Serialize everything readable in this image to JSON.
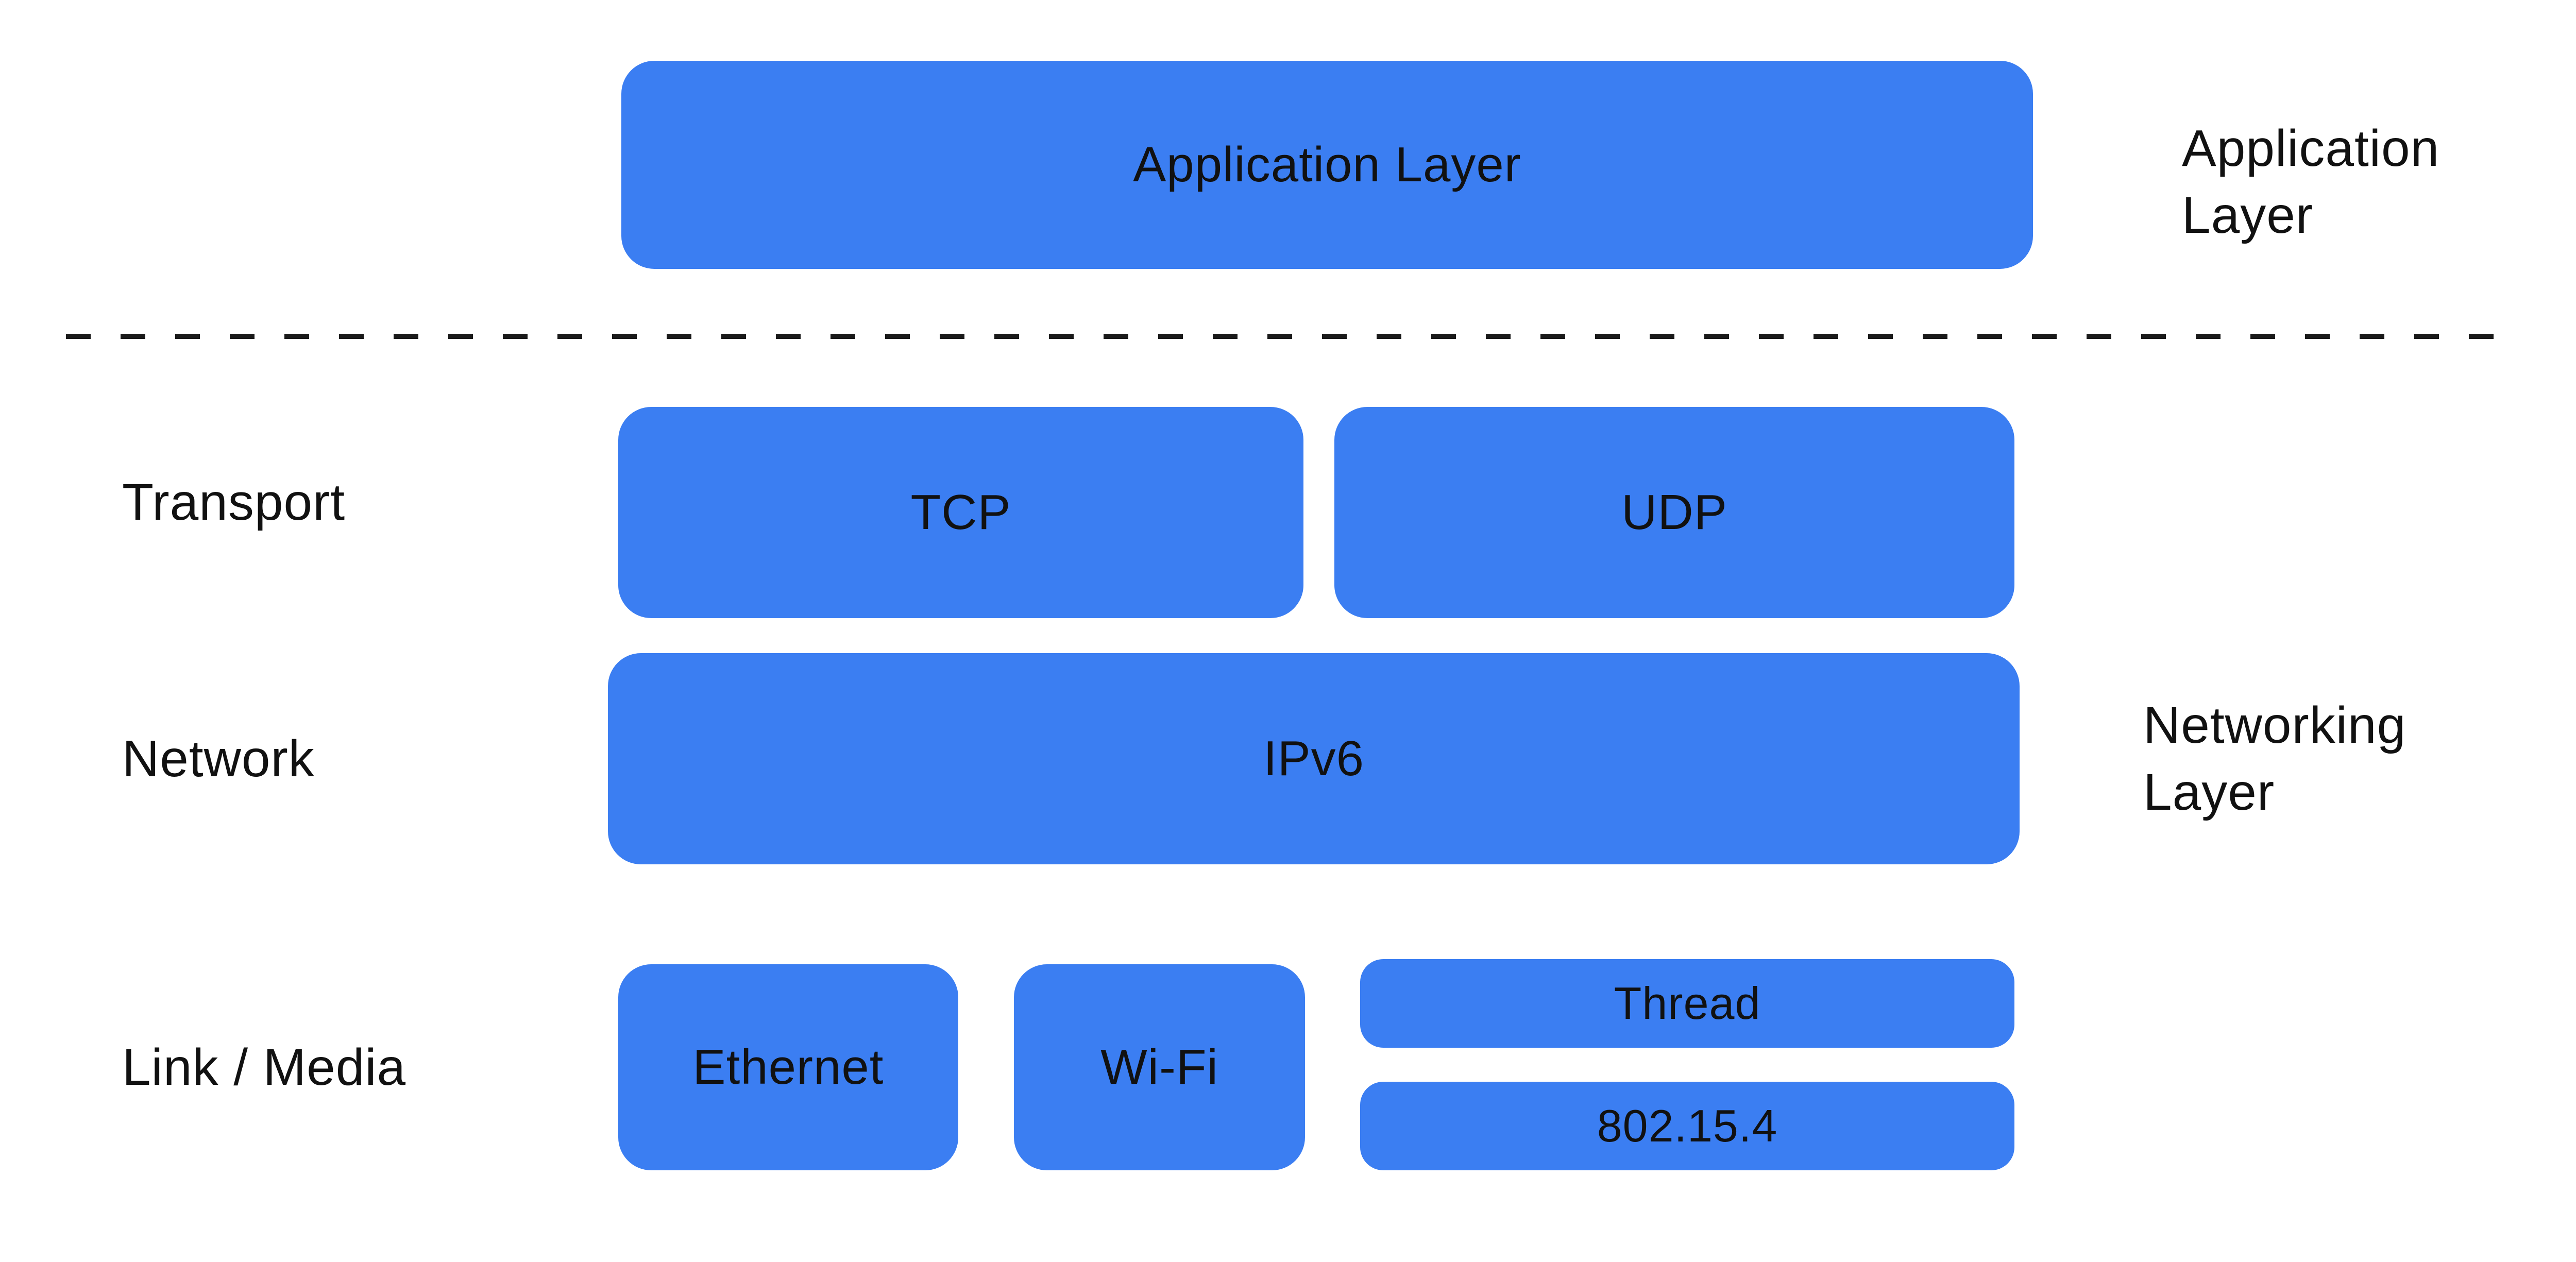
{
  "colors": {
    "blue": "#3b7ef2",
    "ink": "#111111",
    "dash": "#1a1a1a",
    "background": "#ffffff"
  },
  "stack": {
    "application": {
      "box_label": "Application Layer",
      "right_label": "Application\nLayer"
    },
    "transport": {
      "row_label": "Transport",
      "tcp_label": "TCP",
      "udp_label": "UDP"
    },
    "network": {
      "row_label": "Network",
      "ipv6_label": "IPv6",
      "right_label": "Networking\nLayer"
    },
    "link_media": {
      "row_label": "Link / Media",
      "ethernet_label": "Ethernet",
      "wifi_label": "Wi-Fi",
      "thread_label": "Thread",
      "ieee_802_15_4_label": "802.15.4"
    }
  }
}
